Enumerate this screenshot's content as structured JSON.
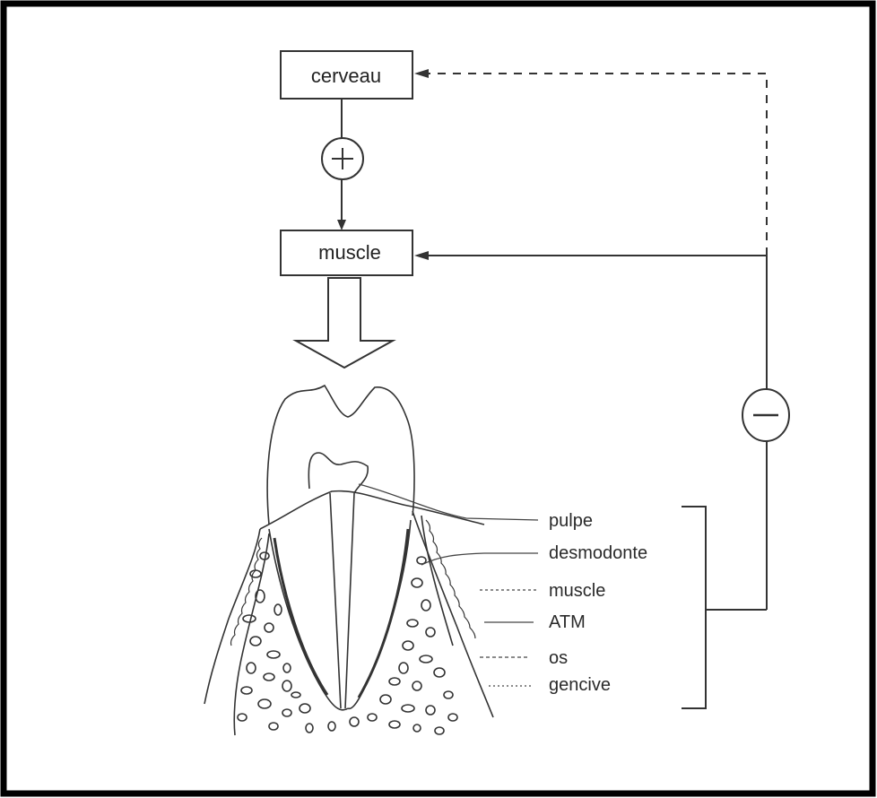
{
  "boxes": {
    "top": "cerveau",
    "middle": "muscle"
  },
  "signs": {
    "plus": "+",
    "minus": "−"
  },
  "tooth_labels": [
    "pulpe",
    "desmodonte",
    "muscle",
    "ATM",
    "os",
    "gencive"
  ]
}
